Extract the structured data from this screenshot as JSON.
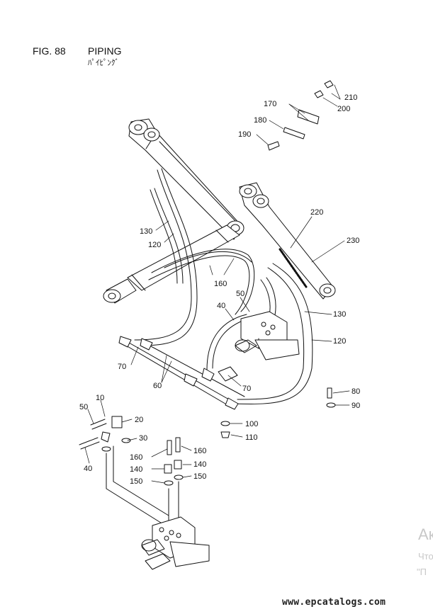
{
  "header": {
    "fig_number": "FIG. 88",
    "title": "PIPING",
    "subtitle": "ﾊﾟｲﾋﾟﾝｸﾞ"
  },
  "callouts": {
    "c10": "10",
    "c20": "20",
    "c30": "30",
    "c40_top": "40",
    "c40_bottom": "40",
    "c50_top": "50",
    "c50_bottom": "50",
    "c60": "60",
    "c70_left": "70",
    "c70_right": "70",
    "c80": "80",
    "c90": "90",
    "c100": "100",
    "c110": "110",
    "c120_left": "120",
    "c120_right": "120",
    "c130_left": "130",
    "c130_right": "130",
    "c140_left": "140",
    "c140_right": "140",
    "c150_left": "150",
    "c150_right": "150",
    "c160_mid": "160",
    "c160_left": "160",
    "c160_right": "160",
    "c170": "170",
    "c180": "180",
    "c190": "190",
    "c200": "200",
    "c210": "210",
    "c220": "220",
    "c230": "230"
  },
  "watermark": {
    "line1": "Ак",
    "line2": "Что",
    "line3": "\"П"
  },
  "site": "www.epcatalogs.com"
}
